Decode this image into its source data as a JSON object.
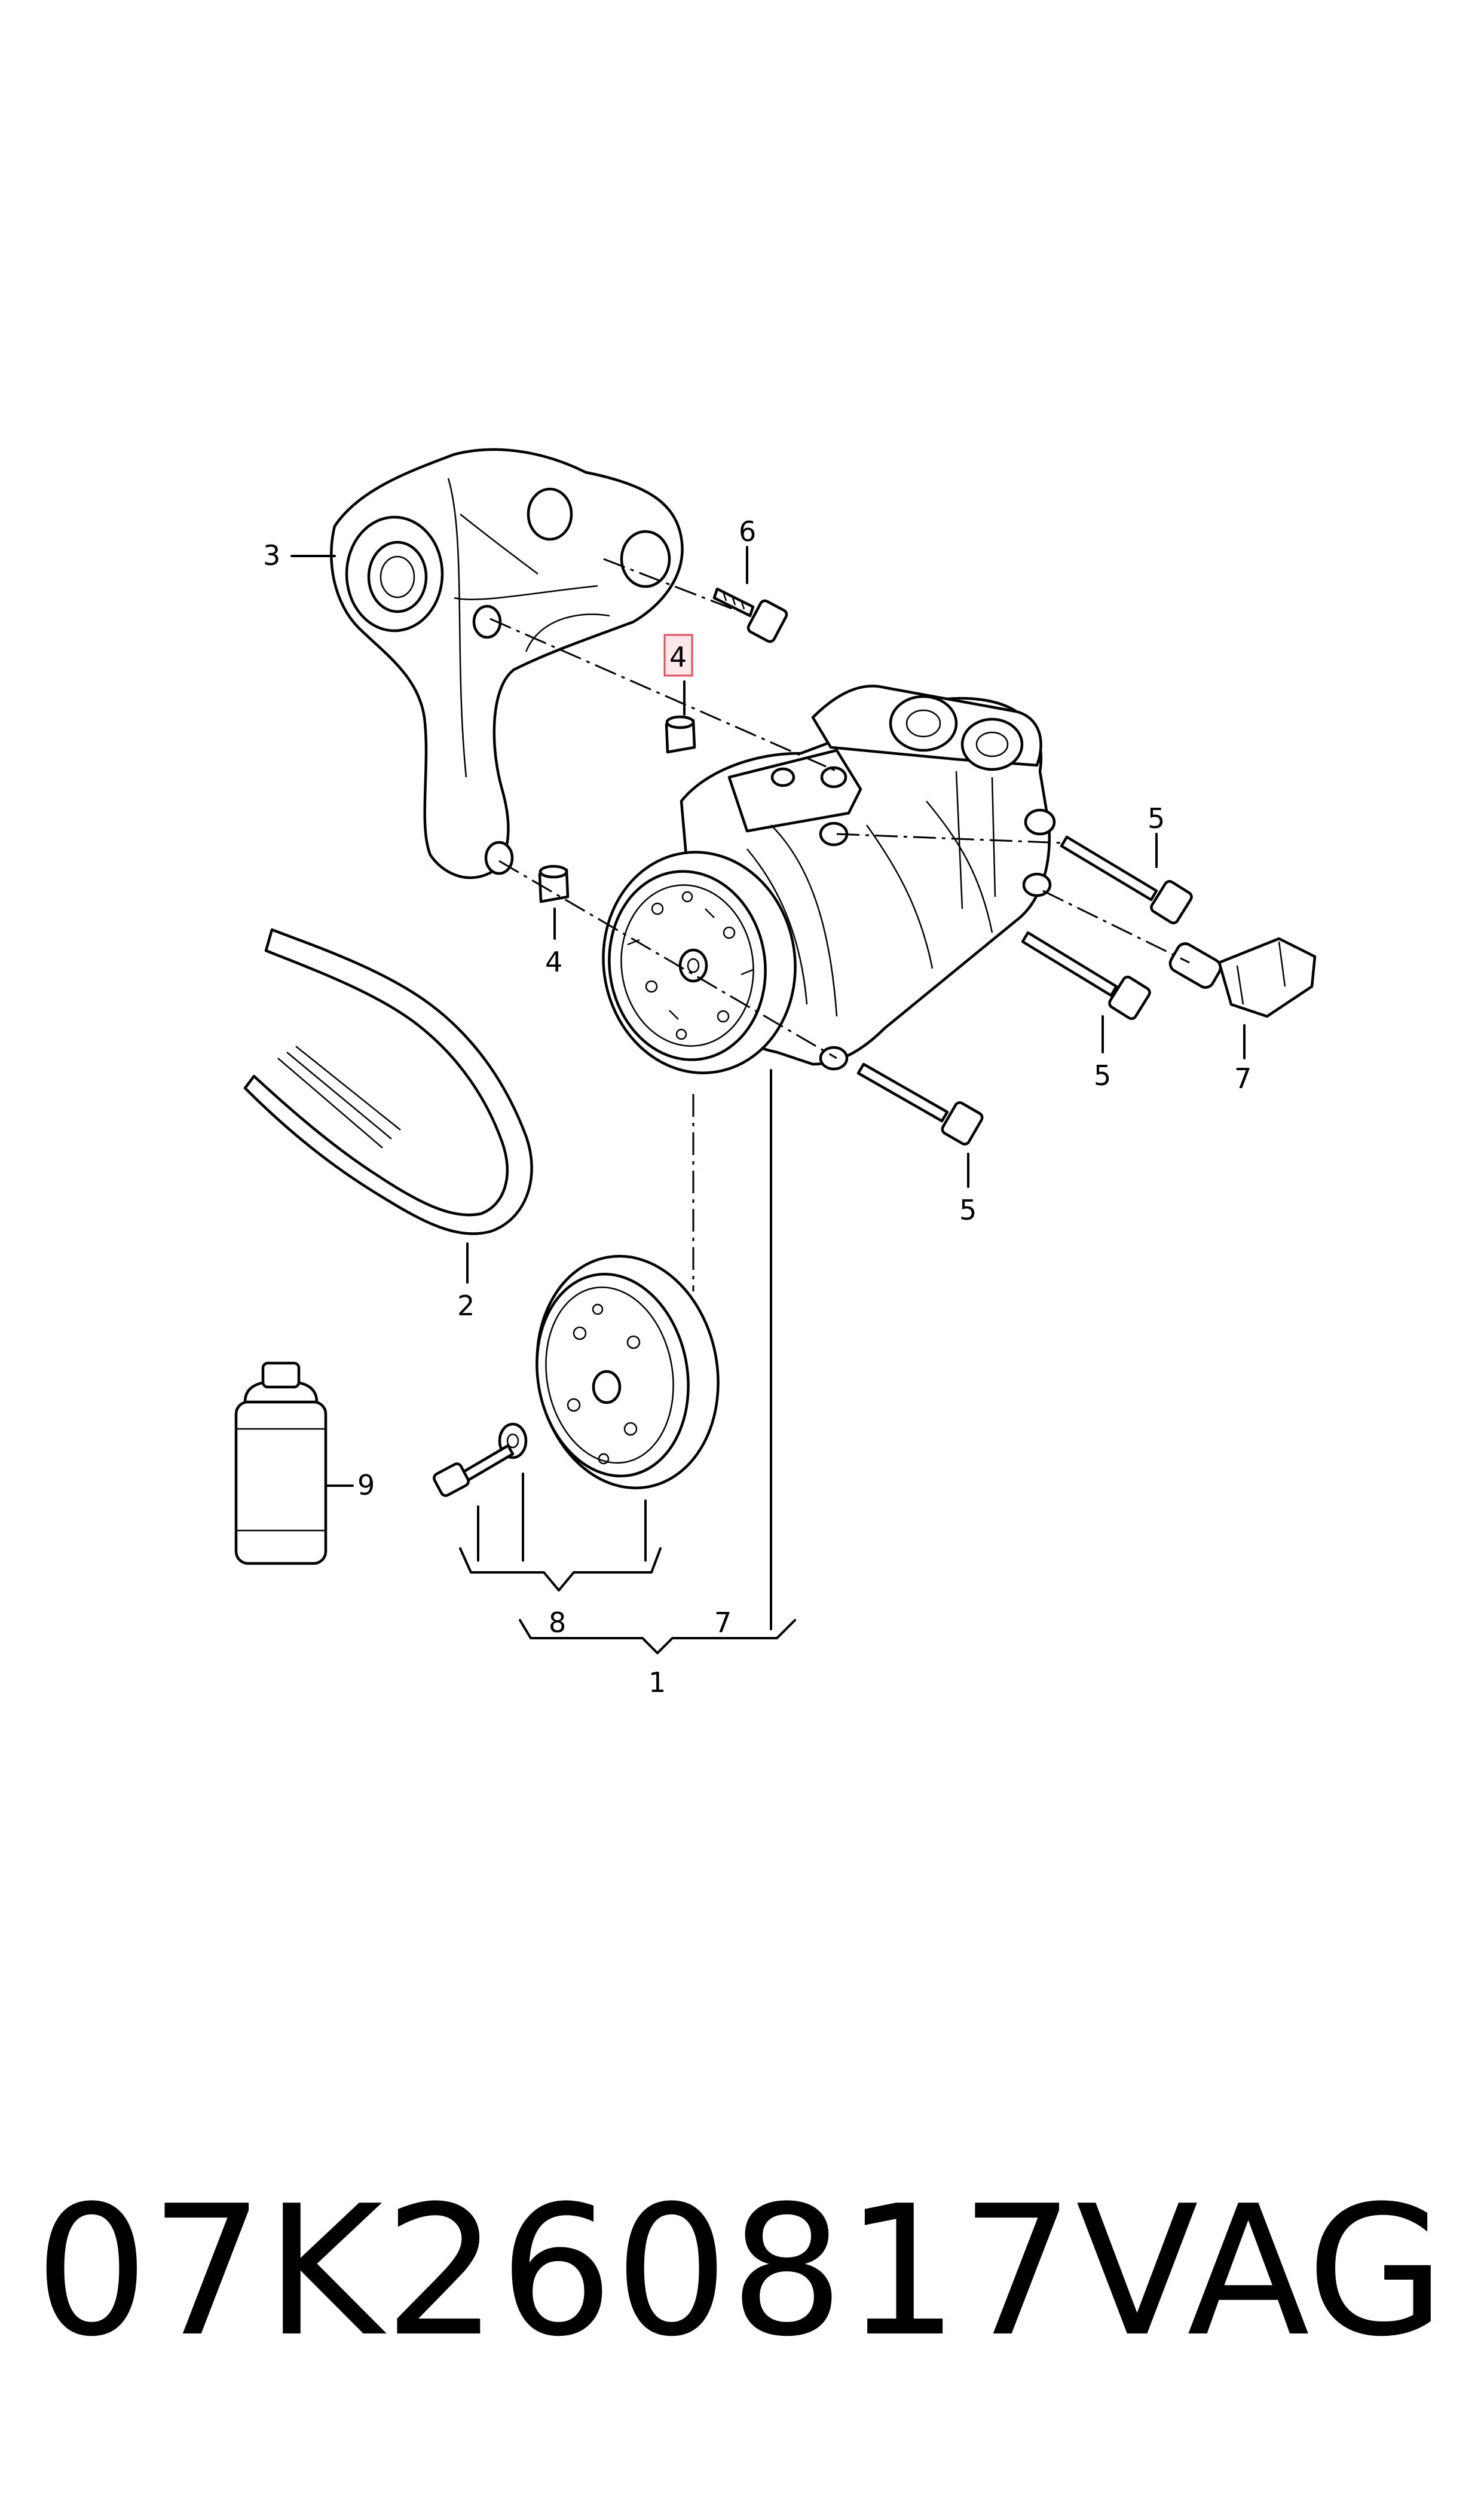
{
  "callouts": {
    "c1": "1",
    "c2": "2",
    "c3": "3",
    "c4_highlight": "4",
    "c4_lower": "4",
    "c5_top": "5",
    "c5_mid": "5",
    "c5_low": "5",
    "c6": "6",
    "c7_sensor": "7",
    "c7_group": "7",
    "c8": "8",
    "c9": "9"
  },
  "highlight_color": "#e0505a",
  "footer": {
    "part_number": "07K260817",
    "brand": "VAG"
  }
}
